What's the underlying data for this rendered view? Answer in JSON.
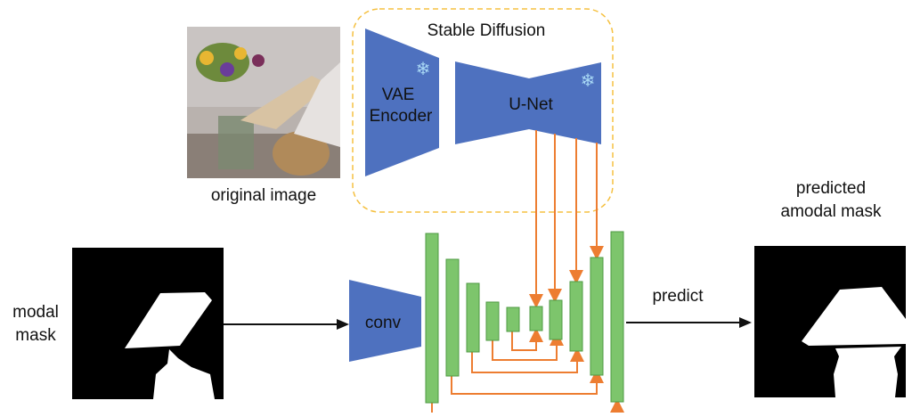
{
  "diagram": {
    "colors": {
      "blue": "#4e71bf",
      "green": "#7dc56c",
      "green_border": "#4f9a43",
      "orange": "#ed7d31",
      "dash": "#f5c040",
      "snow": "#a8d8f5"
    },
    "labels": {
      "original_image": "original image",
      "stable_diffusion": "Stable Diffusion",
      "vae_line1": "VAE",
      "vae_line2": "Encoder",
      "unet": "U-Net",
      "conv": "conv",
      "modal_line1": "modal",
      "modal_line2": "mask",
      "predict": "predict",
      "pred_line1": "predicted",
      "pred_line2": "amodal mask"
    },
    "icons": {
      "vae_frozen": "snowflake-icon",
      "unet_frozen": "snowflake-icon"
    }
  }
}
